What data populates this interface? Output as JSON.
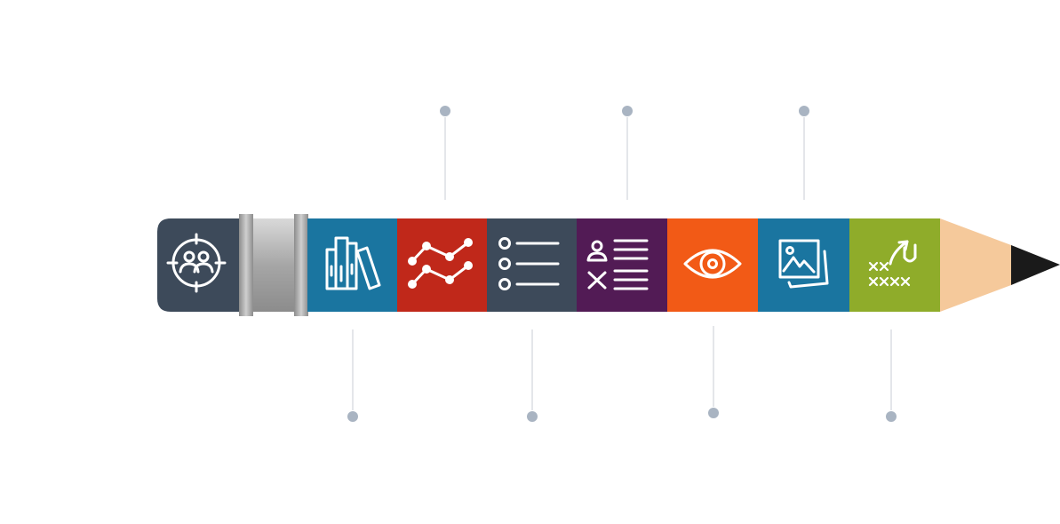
{
  "colors": {
    "eraser": "#3d4a5a",
    "ferrule": "#b0b0b0",
    "wood": "#f5c99b",
    "lead": "#1a1a1a",
    "connector": "#c9ced6",
    "dot": "#a9b4c2"
  },
  "pencil": {
    "eraser_icon": "target-audience-icon",
    "segments": [
      {
        "id": "library",
        "icon": "books-icon",
        "color": "#1a75a0",
        "connector": "bottom"
      },
      {
        "id": "trends",
        "icon": "line-chart-icon",
        "color": "#c0281a",
        "connector": "top"
      },
      {
        "id": "checklist",
        "icon": "list-icon",
        "color": "#3d4a5a",
        "connector": "bottom"
      },
      {
        "id": "profile",
        "icon": "profile-list-icon",
        "color": "#521b55",
        "connector": "top"
      },
      {
        "id": "vision",
        "icon": "eye-icon",
        "color": "#f25a16",
        "connector": "bottom"
      },
      {
        "id": "gallery",
        "icon": "gallery-icon",
        "color": "#1a75a0",
        "connector": "top"
      },
      {
        "id": "strategy",
        "icon": "strategy-play-icon",
        "color": "#8fac2a",
        "connector": "bottom"
      }
    ]
  }
}
